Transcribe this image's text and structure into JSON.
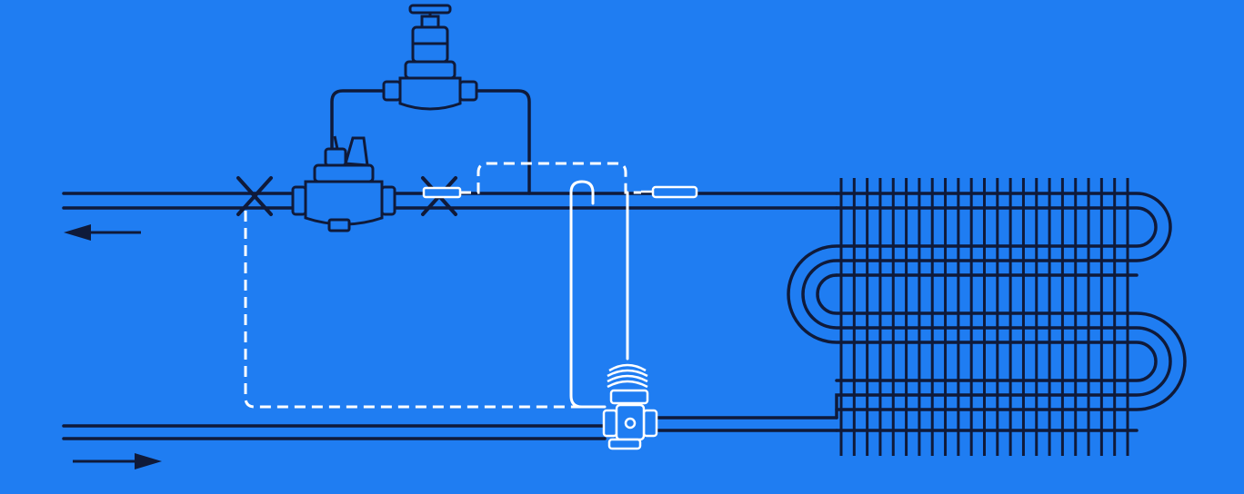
{
  "diagram": {
    "colors": {
      "background": "#1f7df2",
      "line": "#0f1a3a",
      "capillary": "#ffffff"
    },
    "legend": {
      "suction_flow": "arrow-left",
      "liquid_flow": "arrow-right"
    },
    "components": [
      "pilot-pressure-regulator",
      "main-pressure-regulator",
      "stop-valve-x-marker",
      "thermostatic-expansion-valve",
      "sensing-bulb",
      "evaporator-coil"
    ]
  }
}
